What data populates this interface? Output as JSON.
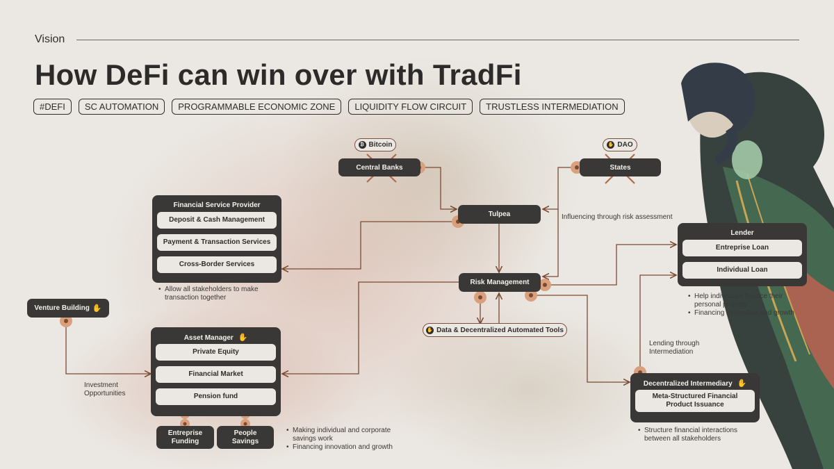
{
  "header": {
    "section": "Vision",
    "title": "How DeFi can win over with TradFi",
    "tags": [
      "#DEFI",
      "SC AUTOMATION",
      "PROGRAMMABLE ECONOMIC ZONE",
      "LIQUIDITY FLOW CIRCUIT",
      "TRUSTLESS INTERMEDIATION"
    ]
  },
  "nodes": {
    "bitcoin": "Bitcoin",
    "dao": "DAO",
    "central_banks": "Central Banks",
    "states": "States",
    "tulpea": "Tulpea",
    "risk_management": "Risk Management",
    "data_tools": "Data & Decentralized Automated Tools",
    "venture_building": "Venture Building",
    "entreprise_funding": "Entreprise Funding",
    "people_savings": "People Savings"
  },
  "financial_service_provider": {
    "title": "Financial Service Provider",
    "items": [
      "Deposit & Cash Management",
      "Payment & Transaction Services",
      "Cross-Border Services"
    ],
    "notes": [
      "Allow all stakeholders to make transaction together"
    ]
  },
  "asset_manager": {
    "title": "Asset Manager",
    "items": [
      "Private Equity",
      "Financial Market",
      "Pension fund"
    ],
    "notes": [
      "Making individual and corporate savings work",
      "Financing innovation and growth"
    ]
  },
  "lender": {
    "title": "Lender",
    "items": [
      "Entreprise Loan",
      "Individual Loan"
    ],
    "notes": [
      "Help individuals finance their personal projects",
      "Financing innovation and growth"
    ]
  },
  "decentralized_intermediary": {
    "title": "Decentralized Intermediary",
    "items": [
      "Meta-Structured Financial Product Issuance"
    ],
    "notes": [
      "Structure financial interactions between all stakeholders"
    ]
  },
  "edge_labels": {
    "influencing": "Influencing through risk assessment",
    "lending": "Lending through Intermediation",
    "investment": "Investment Opportunities"
  },
  "colors": {
    "background": "#ebe8e3",
    "node_dark": "#3a3836",
    "connector": "#7a4a33",
    "dot": "#d9a07e",
    "cross": "#b06a4c"
  },
  "icons": {
    "bitcoin": "bitcoin-icon",
    "dao": "hand-coin-icon",
    "hand": "hand-coin-icon"
  }
}
